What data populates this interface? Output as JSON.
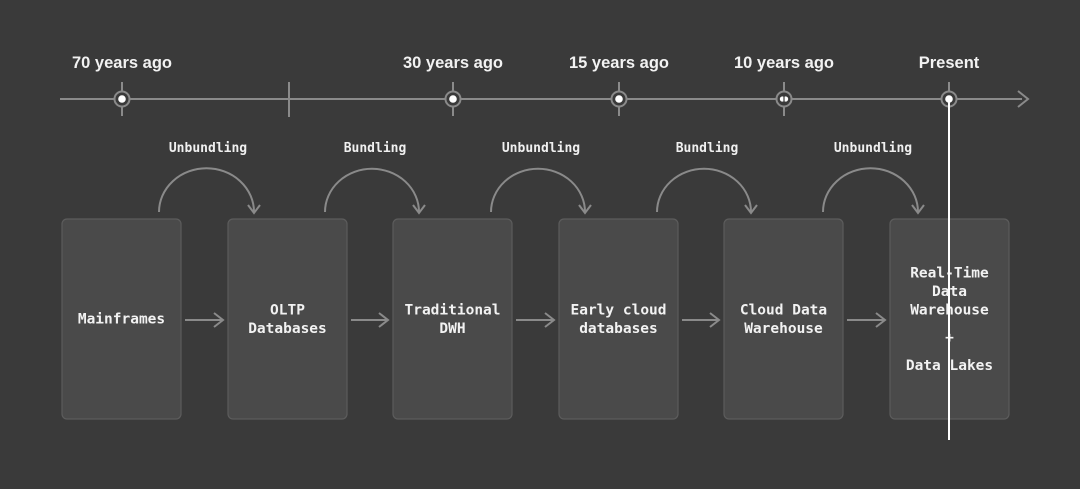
{
  "colors": {
    "background": "#3a3a3a",
    "box_fill": "#4a4a4a",
    "box_stroke": "#5c5c5c",
    "line": "#8a8a8a",
    "text": "#f2f2f2",
    "present_line": "#ffffff"
  },
  "timeline": {
    "eras": [
      {
        "label": "70 years ago",
        "marker": "dot"
      },
      {
        "label": "30 years ago",
        "marker": "dot"
      },
      {
        "label": "15 years ago",
        "marker": "dot"
      },
      {
        "label": "10 years ago",
        "marker": "split-dot"
      },
      {
        "label": "Present",
        "marker": "dot"
      }
    ]
  },
  "transitions": [
    {
      "label": "Unbundling"
    },
    {
      "label": "Bundling"
    },
    {
      "label": "Unbundling"
    },
    {
      "label": "Bundling"
    },
    {
      "label": "Unbundling"
    }
  ],
  "stages": [
    {
      "lines": [
        "Mainframes"
      ]
    },
    {
      "lines": [
        "OLTP",
        "Databases"
      ]
    },
    {
      "lines": [
        "Traditional",
        "DWH"
      ]
    },
    {
      "lines": [
        "Early cloud",
        "databases"
      ]
    },
    {
      "lines": [
        "Cloud Data",
        "Warehouse"
      ]
    },
    {
      "lines": [
        "Real-Time",
        "Data",
        "Warehouse",
        "",
        "+",
        "",
        "Data Lakes"
      ]
    }
  ]
}
